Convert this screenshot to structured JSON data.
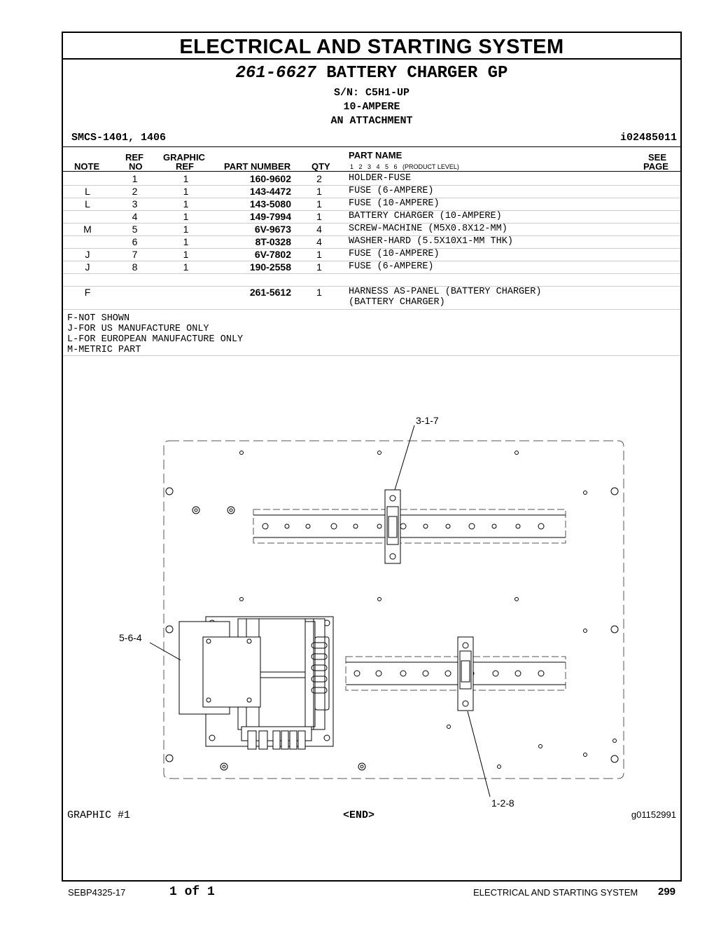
{
  "header": {
    "section_title": "ELECTRICAL AND STARTING SYSTEM"
  },
  "group": {
    "number": "261-6627",
    "name": "BATTERY CHARGER GP",
    "sn": "S/N: C5H1-UP",
    "rating": "10-AMPERE",
    "note": "AN ATTACHMENT"
  },
  "smcs": "SMCS-1401, 1406",
  "ident": "i02485011",
  "columns": {
    "note": "NOTE",
    "ref_top": "REF",
    "ref_bot": "NO",
    "graphic_top": "GRAPHIC",
    "graphic_bot": "REF",
    "part_number": "PART NUMBER",
    "qty": "QTY",
    "part_name": "PART NAME",
    "levels": "1   2   3   4   5   6   (PRODUCT LEVEL)",
    "see_top": "SEE",
    "see_bot": "PAGE"
  },
  "rows": [
    {
      "note": "",
      "ref": "1",
      "gref": "1",
      "pn": "160-9602",
      "qty": "2",
      "name": "HOLDER-FUSE"
    },
    {
      "note": "L",
      "ref": "2",
      "gref": "1",
      "pn": "143-4472",
      "qty": "1",
      "name": "FUSE (6-AMPERE)"
    },
    {
      "note": "L",
      "ref": "3",
      "gref": "1",
      "pn": "143-5080",
      "qty": "1",
      "name": "FUSE (10-AMPERE)"
    },
    {
      "note": "",
      "ref": "4",
      "gref": "1",
      "pn": "149-7994",
      "qty": "1",
      "name": "BATTERY CHARGER (10-AMPERE)"
    },
    {
      "note": "M",
      "ref": "5",
      "gref": "1",
      "pn": "6V-9673",
      "qty": "4",
      "name": "SCREW-MACHINE (M5X0.8X12-MM)"
    },
    {
      "note": "",
      "ref": "6",
      "gref": "1",
      "pn": "8T-0328",
      "qty": "4",
      "name": "WASHER-HARD (5.5X10X1-MM THK)"
    },
    {
      "note": "J",
      "ref": "7",
      "gref": "1",
      "pn": "6V-7802",
      "qty": "1",
      "name": "FUSE (10-AMPERE)"
    },
    {
      "note": "J",
      "ref": "8",
      "gref": "1",
      "pn": "190-2558",
      "qty": "1",
      "name": "FUSE (6-AMPERE)"
    },
    {
      "note": "",
      "ref": "",
      "gref": "",
      "pn": "",
      "qty": "",
      "name": ""
    },
    {
      "note": "F",
      "ref": "",
      "gref": "",
      "pn": "261-5612",
      "qty": "1",
      "name": "HARNESS AS-PANEL (BATTERY CHARGER)",
      "name2": "(BATTERY CHARGER)"
    }
  ],
  "footnotes": [
    "F-NOT SHOWN",
    "J-FOR US MANUFACTURE ONLY",
    "L-FOR EUROPEAN MANUFACTURE ONLY",
    "M-METRIC PART"
  ],
  "graphic": {
    "callout_top": "3-1-7",
    "callout_left": "5-6-4",
    "callout_bottom": "1-2-8",
    "label": "GRAPHIC #1",
    "end": "<END>",
    "id": "g01152991"
  },
  "footer": {
    "doc": "SEBP4325-17",
    "pages": "1 of 1",
    "section": "ELECTRICAL AND STARTING SYSTEM",
    "page_number": "299"
  }
}
